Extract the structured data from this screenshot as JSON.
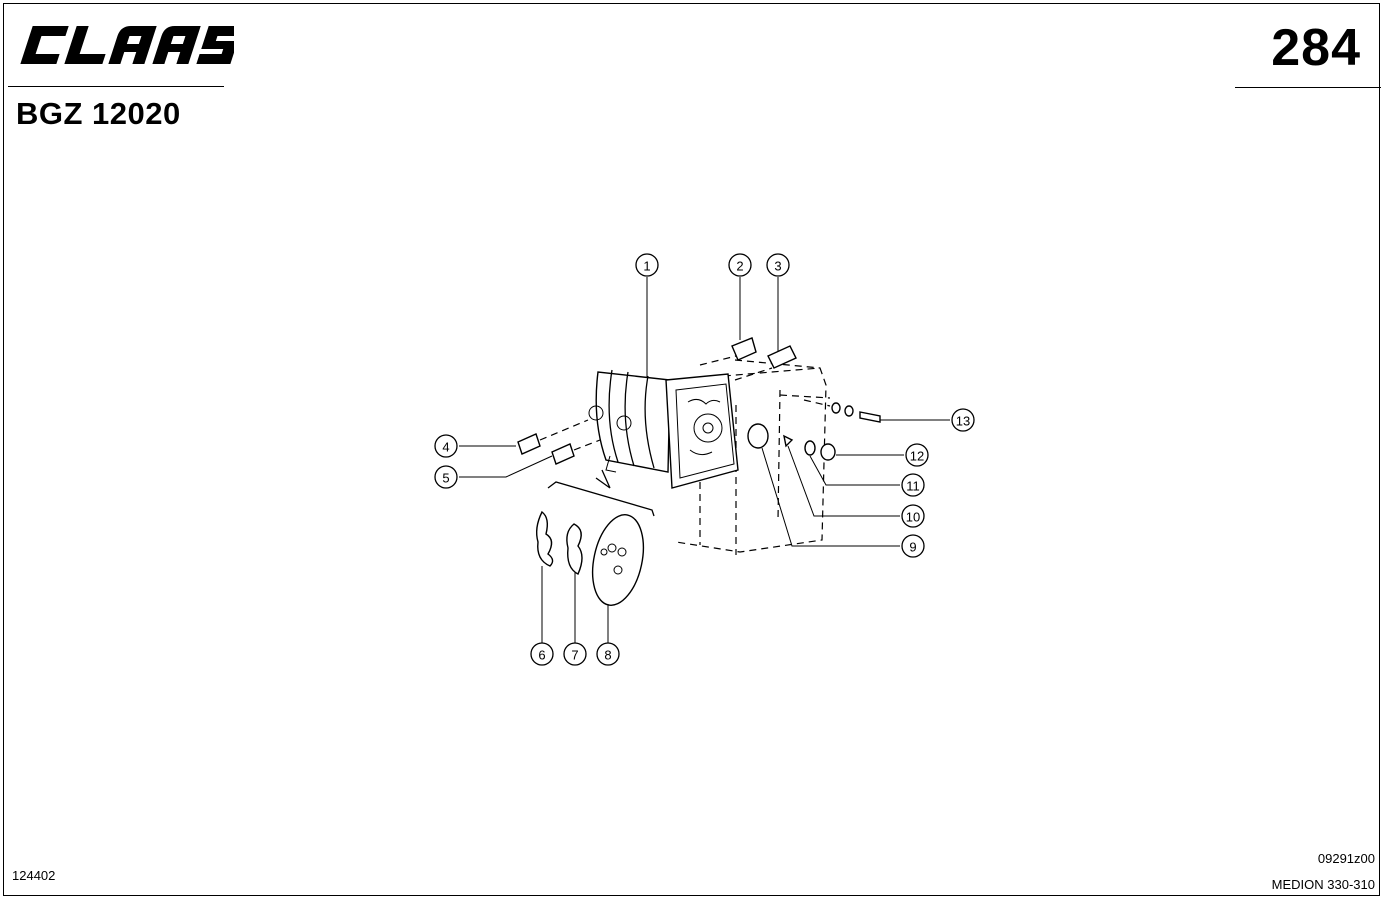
{
  "header": {
    "brand": "CLAAS",
    "doc_code": "BGZ 12020",
    "page_number": "284"
  },
  "footer": {
    "left_code": "124402",
    "drawing_ref": "09291z00",
    "model": "MEDION 330-310"
  },
  "callouts": [
    {
      "number": "1"
    },
    {
      "number": "2"
    },
    {
      "number": "3"
    },
    {
      "number": "4"
    },
    {
      "number": "5"
    },
    {
      "number": "6"
    },
    {
      "number": "7"
    },
    {
      "number": "8"
    },
    {
      "number": "9"
    },
    {
      "number": "10"
    },
    {
      "number": "11"
    },
    {
      "number": "12"
    },
    {
      "number": "13"
    }
  ]
}
